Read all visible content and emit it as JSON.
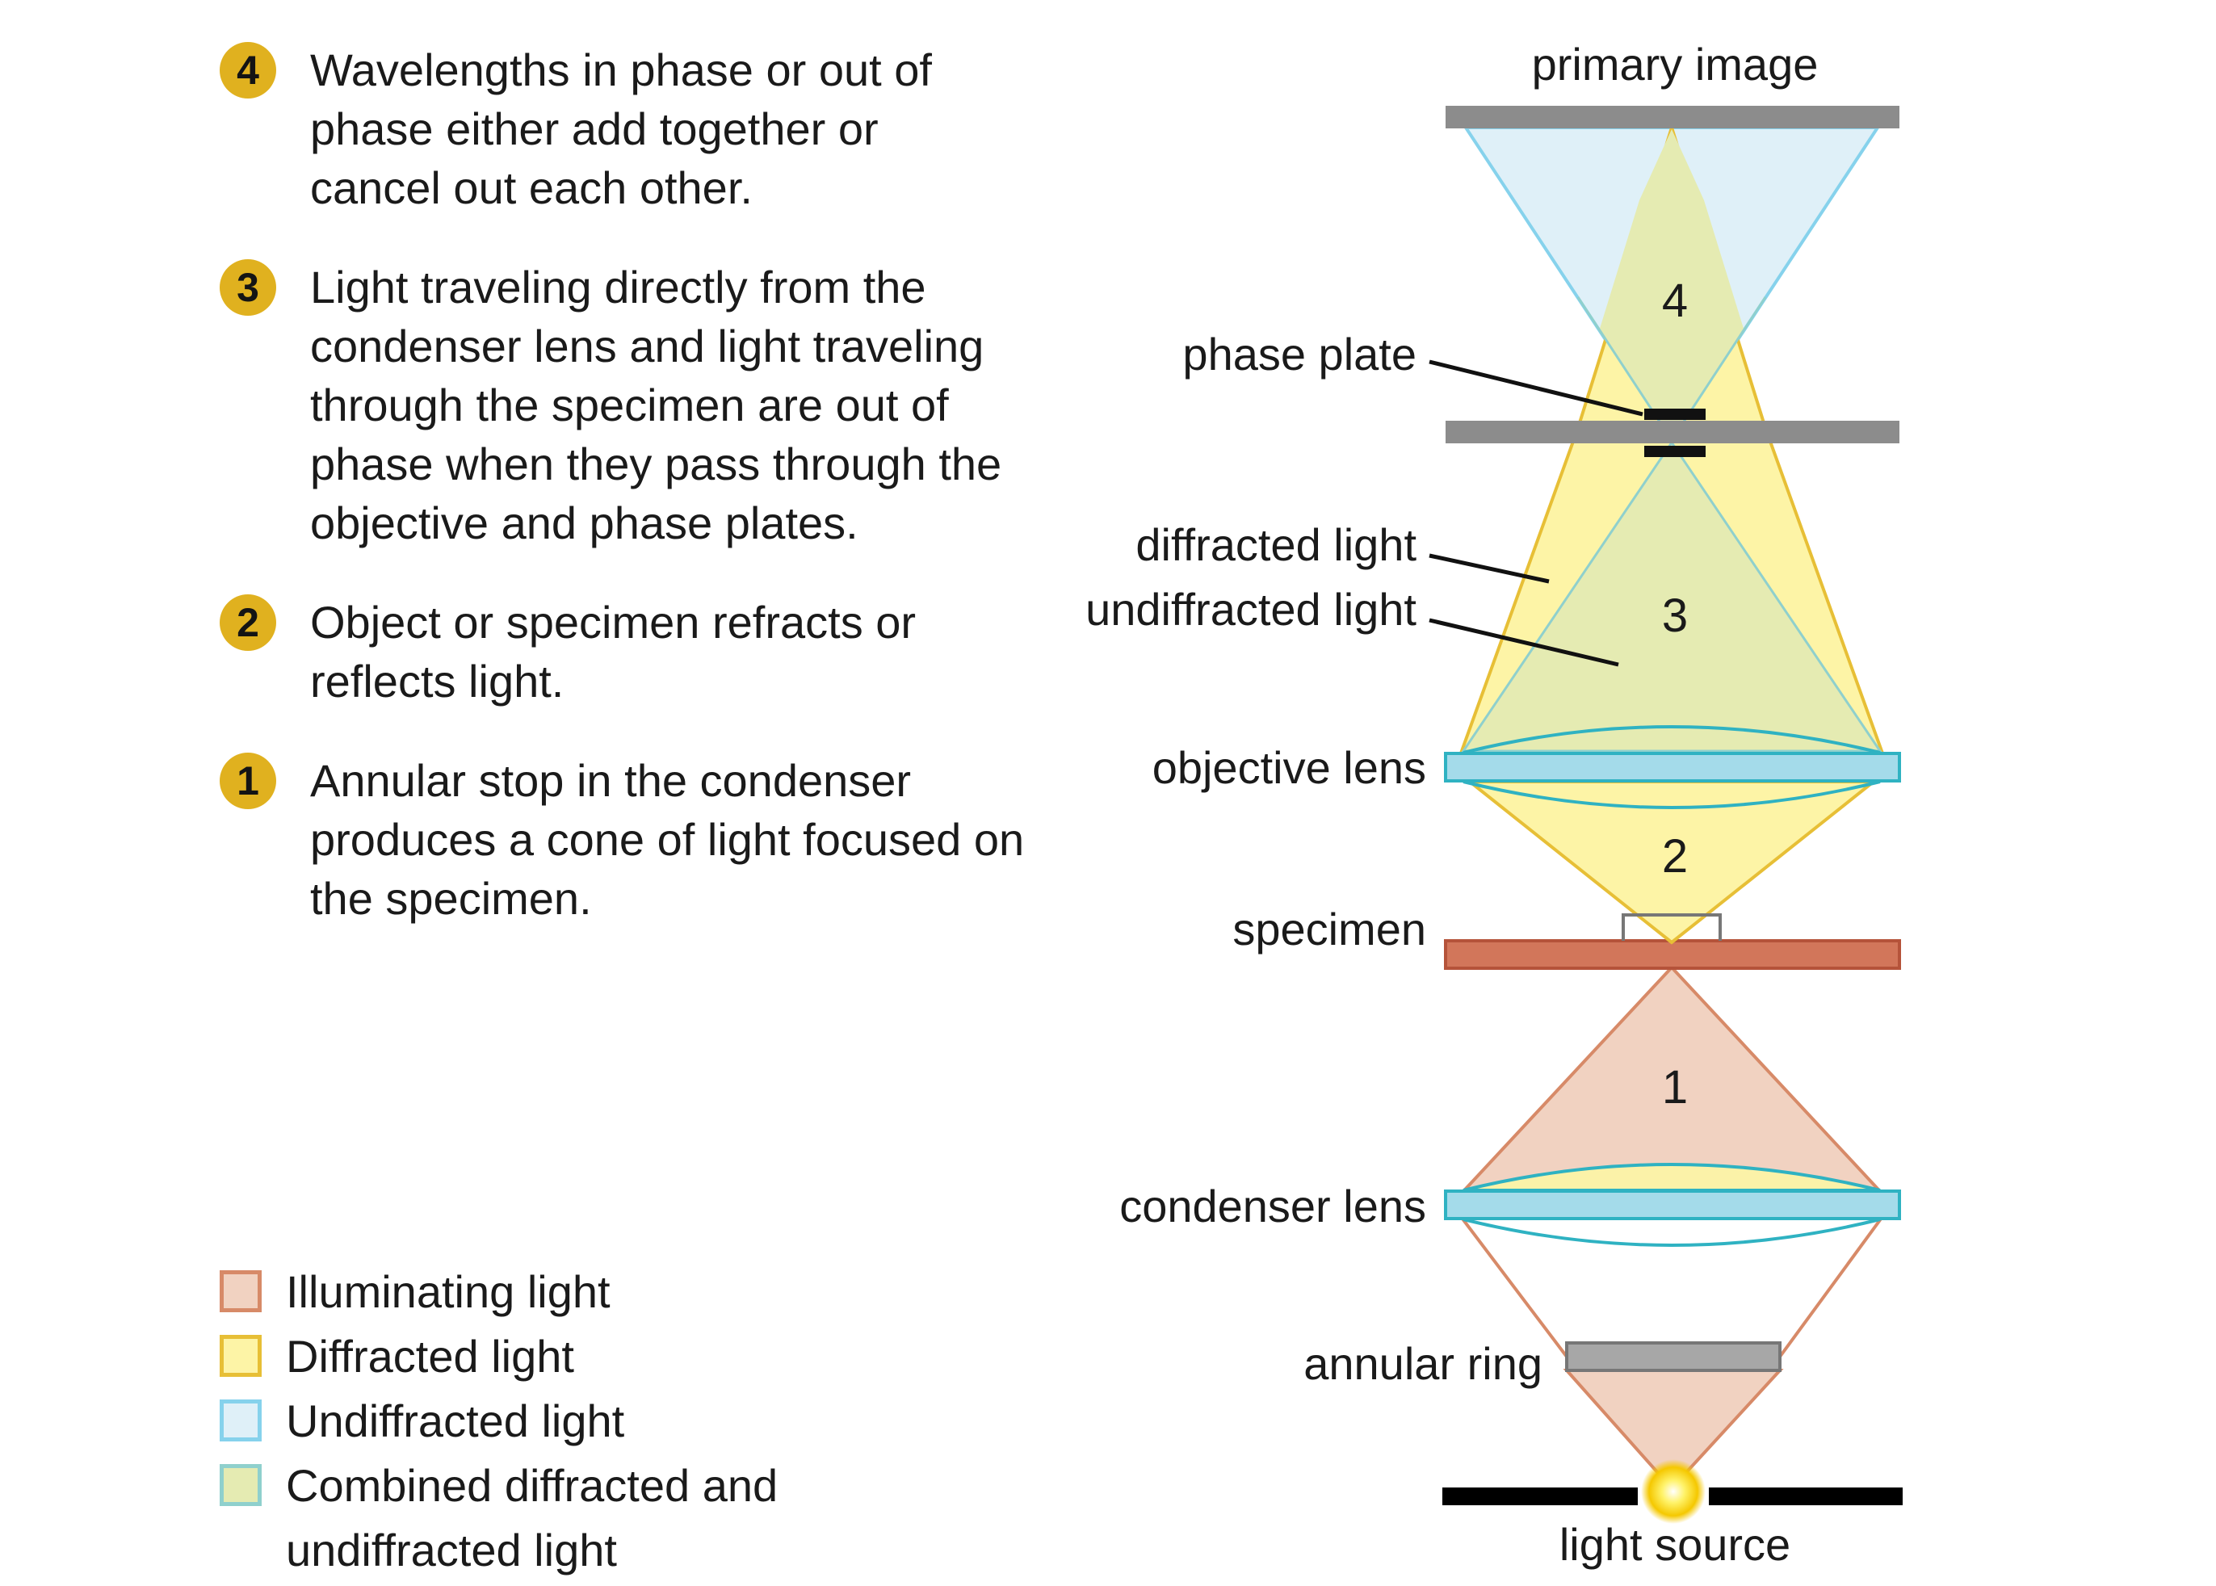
{
  "steps": [
    {
      "number": "4",
      "text": "Wavelengths in phase or out of phase either add together or cancel out each other."
    },
    {
      "number": "3",
      "text": "Light traveling directly from the condenser lens and light traveling through the specimen are out of phase when they pass through the objective and phase plates."
    },
    {
      "number": "2",
      "text": "Object or specimen refracts or reflects light."
    },
    {
      "number": "1",
      "text": "Annular stop in the condenser produces a cone of light focused on the specimen."
    }
  ],
  "labels": {
    "primary_image": "primary image",
    "phase_plate": "phase plate",
    "diffracted_light": "diffracted light",
    "undiffracted_light": "undiffracted light",
    "objective_lens": "objective lens",
    "specimen": "specimen",
    "condenser_lens": "condenser lens",
    "annular_ring": "annular ring",
    "light_source": "light source"
  },
  "region_numbers": {
    "r1": "1",
    "r2": "2",
    "r3": "3",
    "r4": "4"
  },
  "legend": [
    {
      "label": "Illuminating light",
      "fill": "#f1d2c1",
      "border": "#d78a68"
    },
    {
      "label": "Diffracted light",
      "fill": "#fdf4a6",
      "border": "#e7bf36"
    },
    {
      "label": "Undiffracted light",
      "fill": "#dff0f8",
      "border": "#86d2ec"
    },
    {
      "label": "Combined diffracted and undiffracted light",
      "fill": "#e5ebb2",
      "border": "#8fd0cd"
    }
  ],
  "colors": {
    "badge": "#e0b11f",
    "illuminating": "#f1d2c1",
    "diffracted": "#fdf4a6",
    "undiffracted": "#dff0f8",
    "combined": "#e5ebb2",
    "lens": "#a4dbea",
    "specimen_slide": "#d2765a",
    "plate_gray": "#888888"
  }
}
